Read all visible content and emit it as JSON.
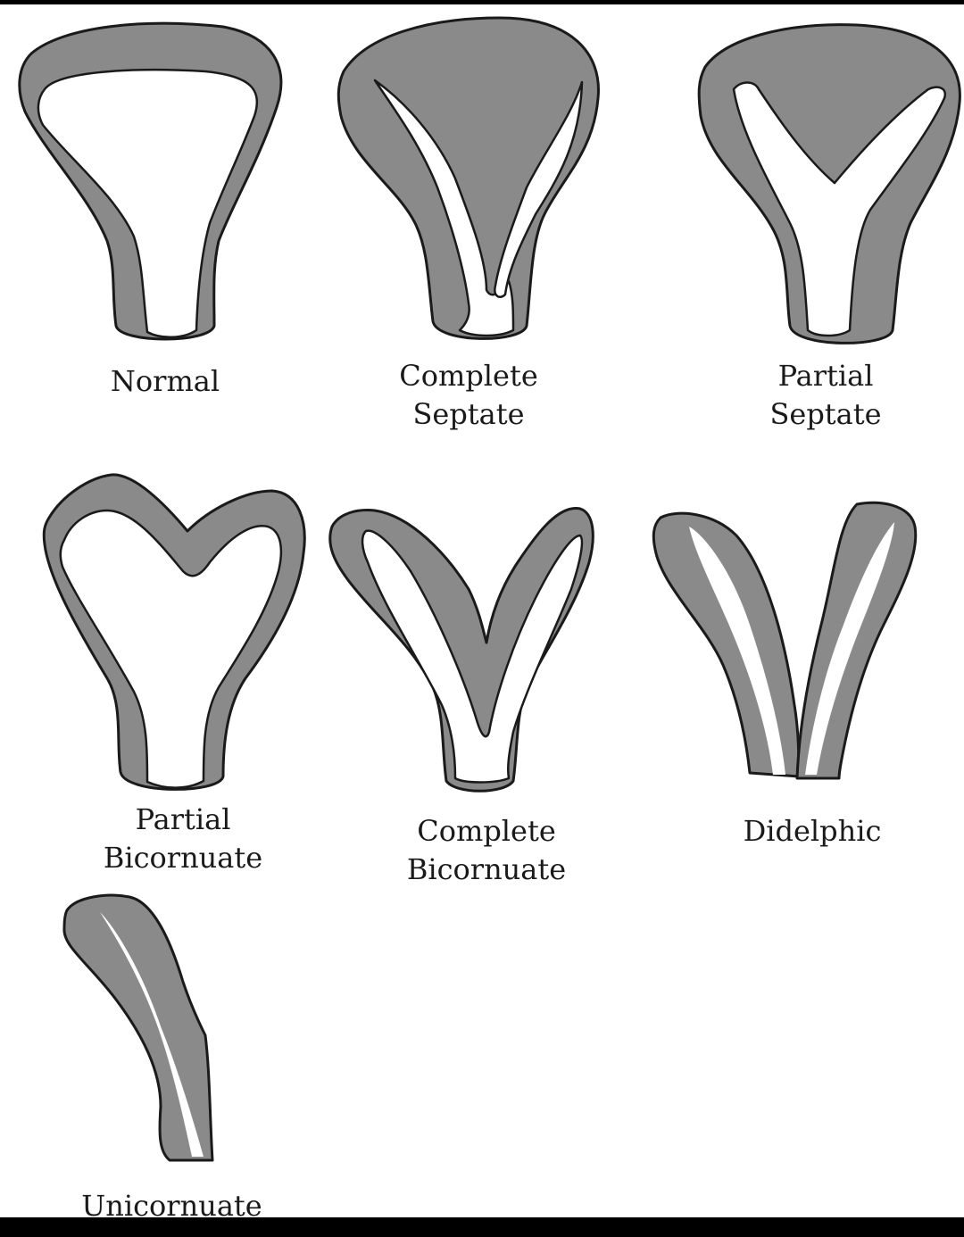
{
  "labels": {
    "normal": [
      "Normal"
    ],
    "complete_septate": [
      "Complete",
      "Septate"
    ],
    "partial_septate": [
      "Partial",
      "Septate"
    ],
    "partial_bicornuate": [
      "Partial",
      "Bicornuate"
    ],
    "complete_bicornuate": [
      "Complete",
      "Bicornuate"
    ],
    "didelphic": [
      "Didelphic"
    ],
    "unicornuate": [
      "Unicornuate"
    ]
  },
  "colors": {
    "wall": "#8a8a8a",
    "cavity": "#ffffff",
    "outline": "#1a1a1a",
    "frame": "#000000"
  }
}
